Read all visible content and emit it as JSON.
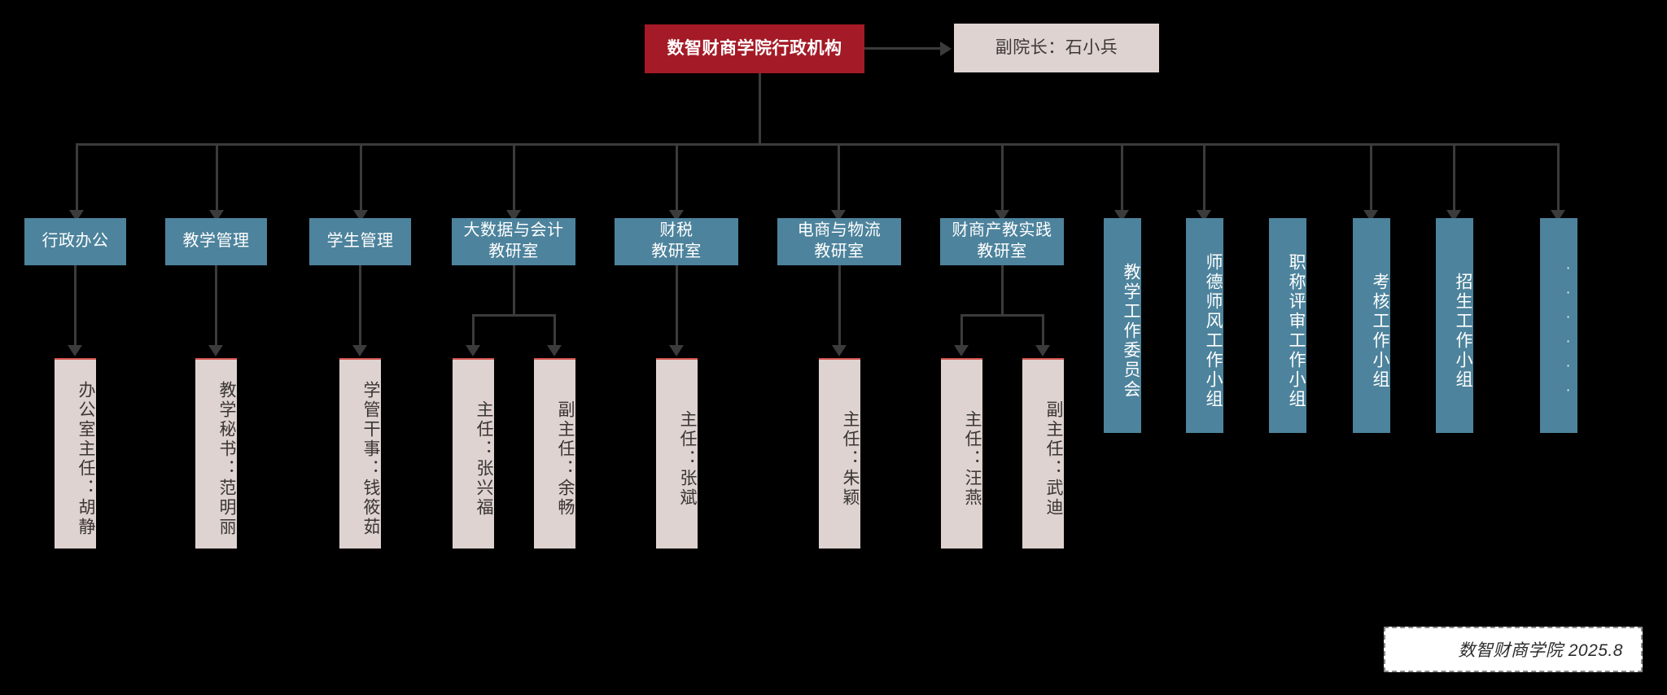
{
  "chart_title": "数智财商学院行政机构",
  "root": {
    "label": "数智财商学院行政机构"
  },
  "aside": {
    "label": "副院长：石小兵"
  },
  "departments": [
    {
      "line1": "行政办公",
      "line2": ""
    },
    {
      "line1": "教学管理",
      "line2": ""
    },
    {
      "line1": "学生管理",
      "line2": ""
    },
    {
      "line1": "大数据与会计",
      "line2": "教研室"
    },
    {
      "line1": "财税",
      "line2": "教研室"
    },
    {
      "line1": "电商与物流",
      "line2": "教研室"
    },
    {
      "line1": "财商产教实践",
      "line2": "教研室"
    }
  ],
  "committees": [
    {
      "label": "教学工作委员会"
    },
    {
      "label": "师德师风工作小组"
    },
    {
      "label": "职称评审工作小组"
    },
    {
      "label": "考核工作小组"
    },
    {
      "label": "招生工作小组"
    },
    {
      "label": "······"
    }
  ],
  "staff": [
    {
      "label": "办公室主任：胡静"
    },
    {
      "label": "教学秘书：范明丽"
    },
    {
      "label": "学管干事：钱筱茹"
    },
    {
      "label": "主任：张兴福"
    },
    {
      "label": "副主任：余畅"
    },
    {
      "label": "主任：张斌"
    },
    {
      "label": "主任：朱颖"
    },
    {
      "label": "主任：汪燕"
    },
    {
      "label": "副主任：武迪"
    }
  ],
  "footer": {
    "label": "数智财商学院  2025.8"
  },
  "colors": {
    "background": "#000000",
    "root_fill": "#a41a26",
    "department_fill": "#4d839c",
    "leaf_fill": "#ded3d0",
    "leaf_top_border": "#d4534f",
    "connector": "#3b3b3b",
    "footer_fill": "#ffffff"
  }
}
